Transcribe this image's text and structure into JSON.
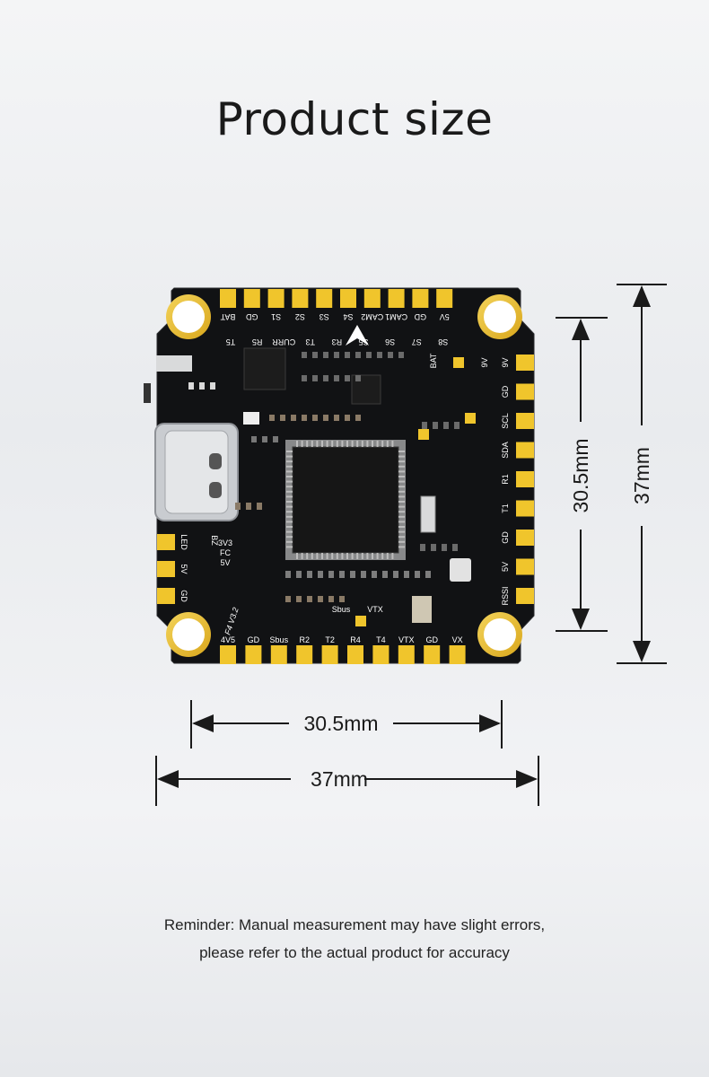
{
  "title": "Product size",
  "dimensions": {
    "inner_width": "30.5mm",
    "outer_width": "37mm",
    "inner_height": "30.5mm",
    "outer_height": "37mm"
  },
  "reminder": {
    "line1": "Reminder: Manual measurement may have slight errors,",
    "line2": "please refer to the actual product for accuracy"
  },
  "board": {
    "model": "F4 V3.2",
    "top_pads": [
      "BAT",
      "GD",
      "S1",
      "S2",
      "S3",
      "S4",
      "CAM2",
      "CAM1",
      "GD",
      "5V"
    ],
    "top_row2": [
      "T5",
      "R5",
      "CURR",
      "T3",
      "R3",
      "S5",
      "S6",
      "S7",
      "S8"
    ],
    "right_pads": [
      "9V",
      "GD",
      "SCL",
      "SDA",
      "R1",
      "T1",
      "GD",
      "5V",
      "RSSI"
    ],
    "bottom_pads": [
      "4V5",
      "GD",
      "Sbus",
      "R2",
      "T2",
      "R4",
      "T4",
      "VTX",
      "GD",
      "VX"
    ],
    "left_pads": [
      "LED",
      "5V",
      "GD"
    ],
    "misc_labels": [
      "BAT",
      "9V",
      "Sbus",
      "VTX",
      "BZ",
      "3V3",
      "FC",
      "5V"
    ]
  }
}
